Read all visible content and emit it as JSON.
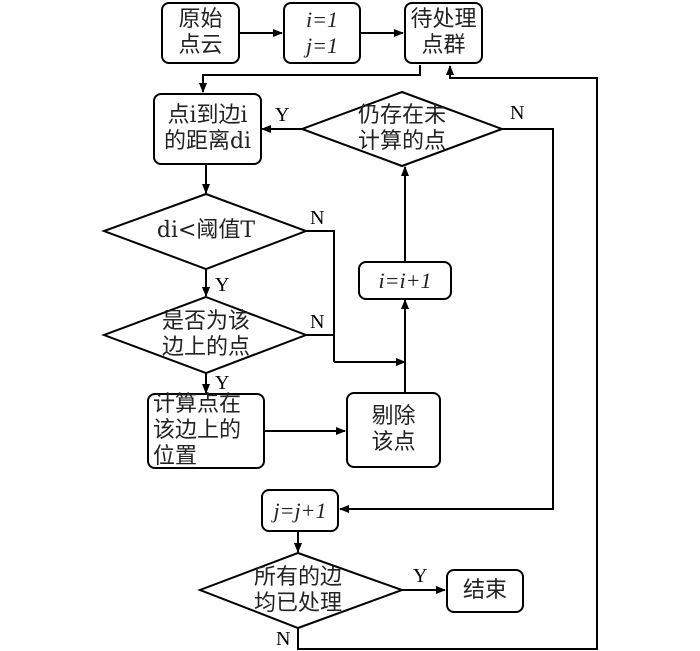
{
  "diagram": {
    "nodes": {
      "raw_cloud": "原始\n点云",
      "init_i": "i=1",
      "init_j": "j=1",
      "pending_group": "待处理\n点群",
      "distance": "点i到边i\n的距离di",
      "remaining_check": "仍存在未\n计算的点",
      "threshold_check": "di<阈值T",
      "on_edge_check": "是否为该\n边上的点",
      "compute_position": "计算点在\n该边上的\n位置",
      "remove_point": "剔除\n该点",
      "increment_i": "i=i+1",
      "increment_j": "j=j+1",
      "all_edges_check": "所有的边\n均已处理",
      "end": "结束"
    },
    "edge_labels": {
      "remaining_yes": "Y",
      "remaining_no": "N",
      "threshold_yes": "Y",
      "threshold_no": "N",
      "on_edge_yes": "Y",
      "on_edge_no": "N",
      "all_edges_yes": "Y",
      "all_edges_no": "N"
    }
  }
}
